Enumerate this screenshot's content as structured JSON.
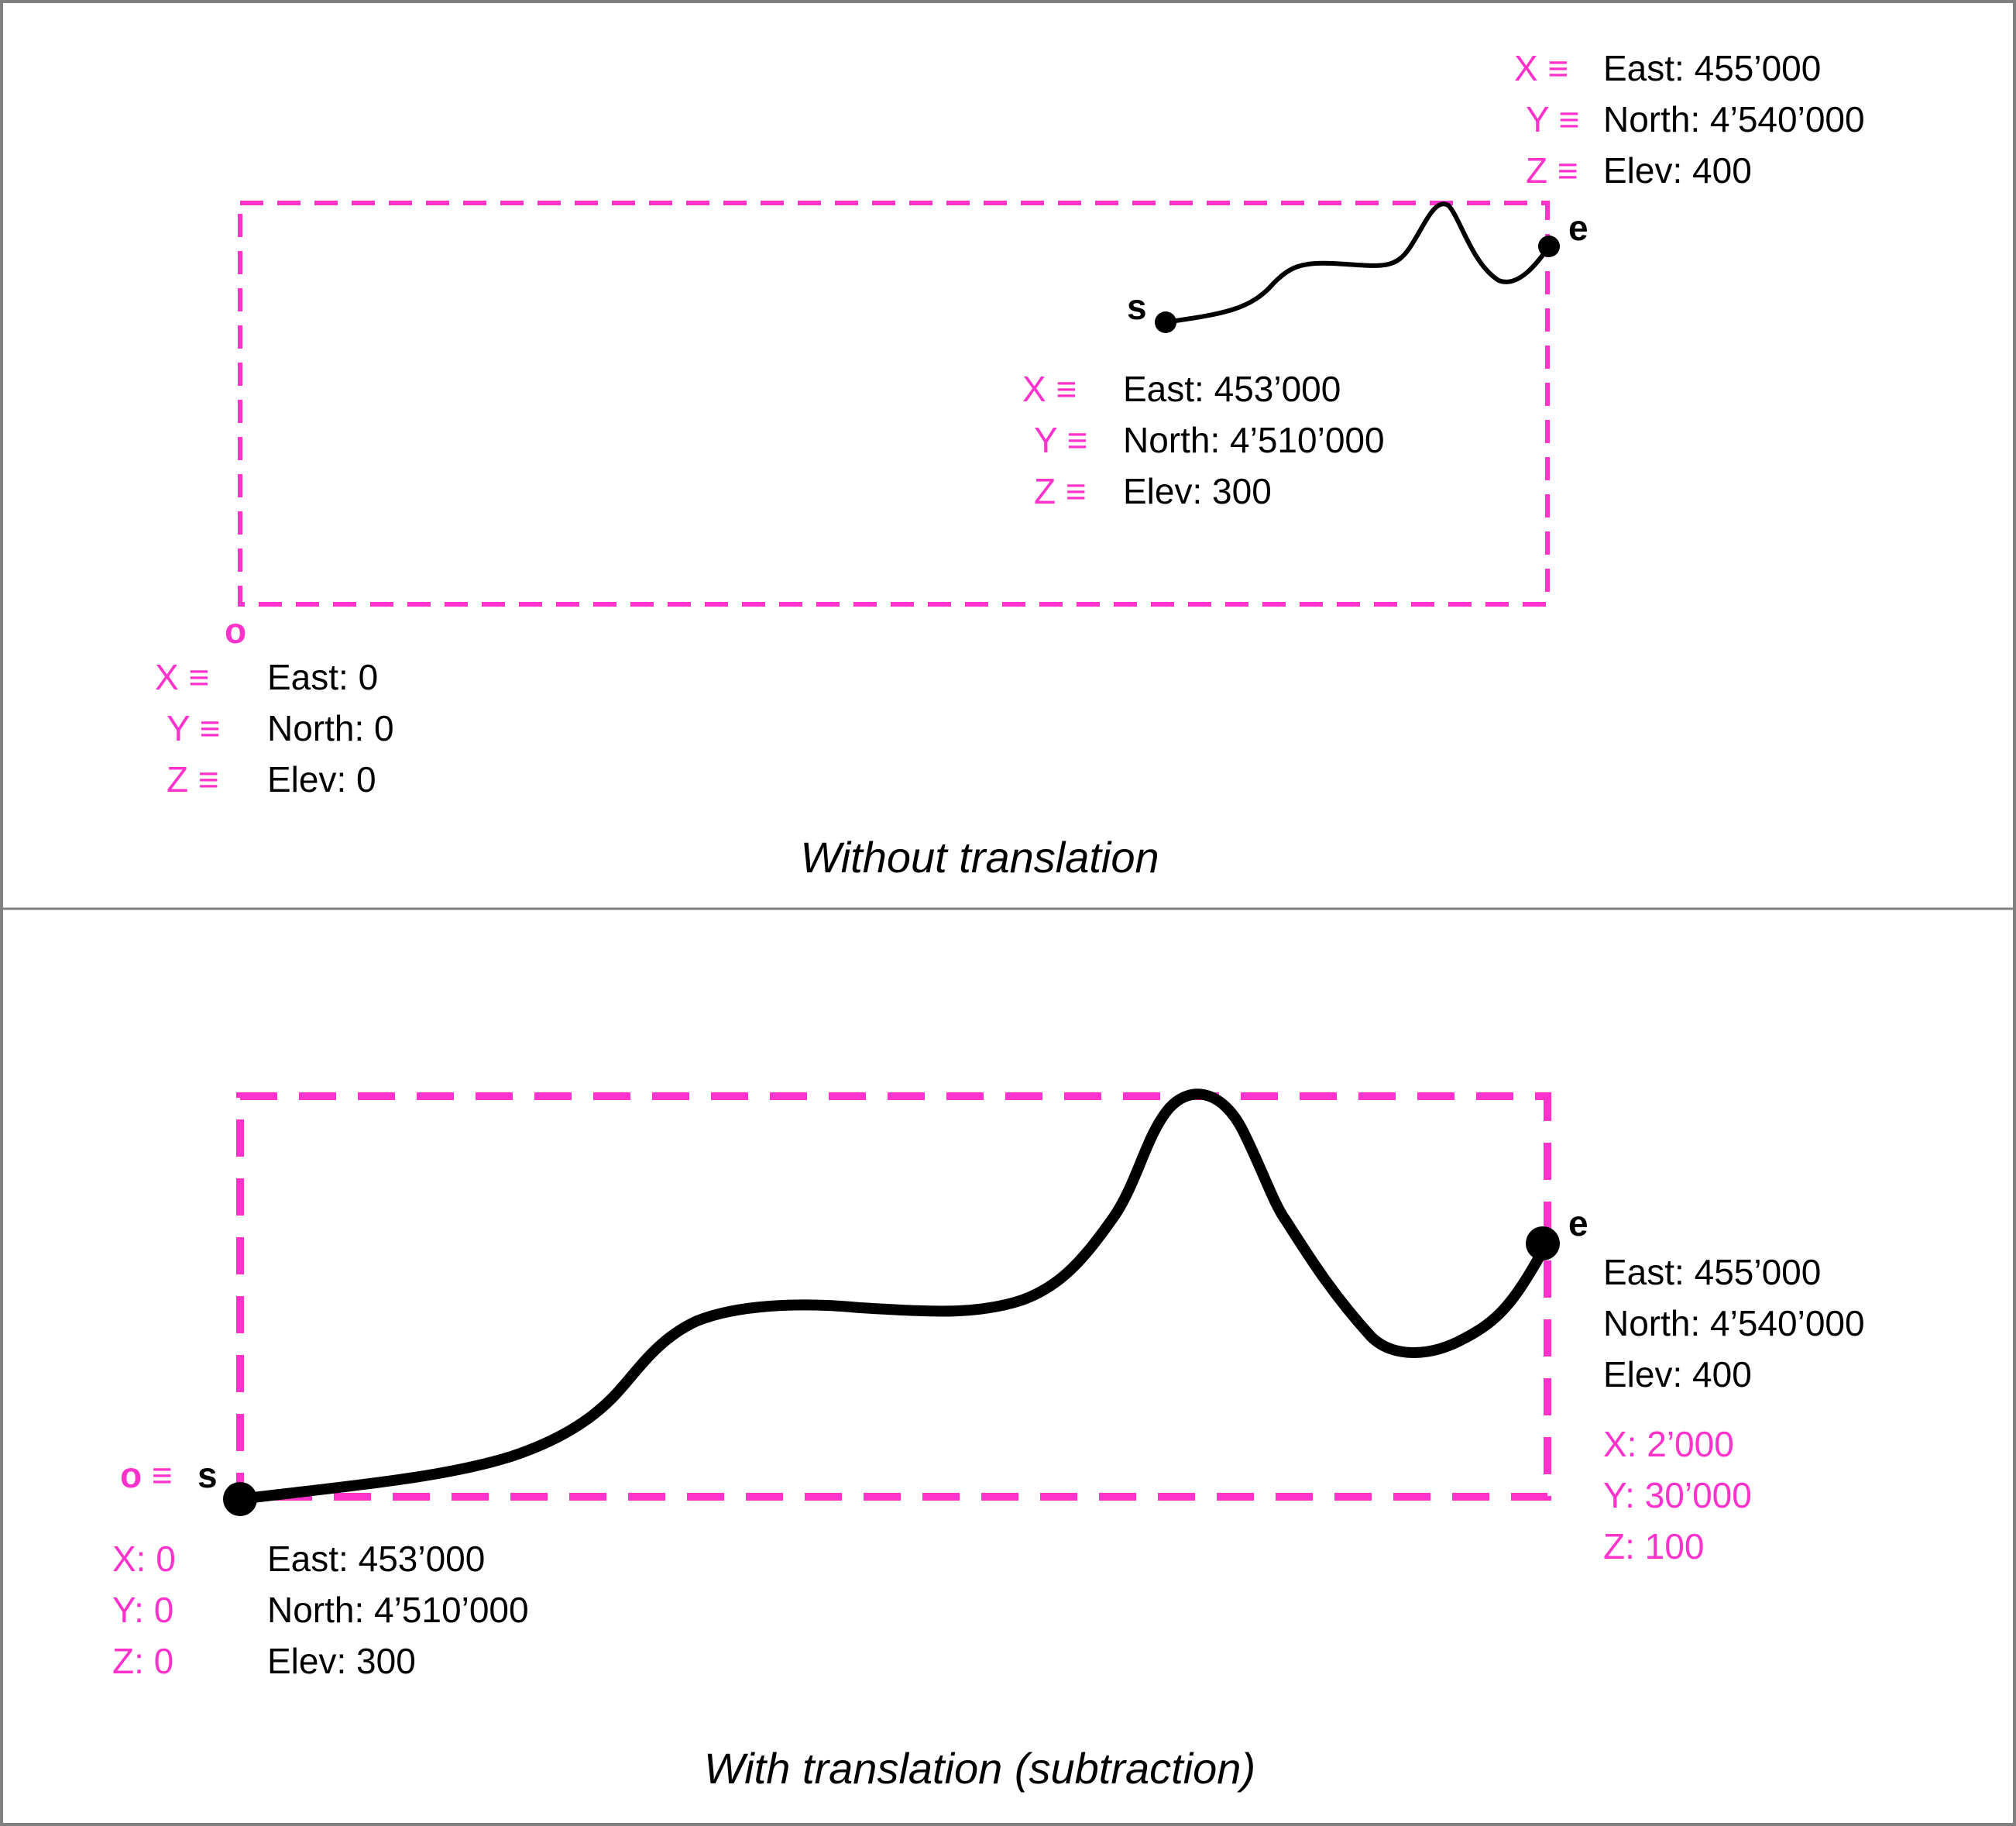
{
  "top_panel": {
    "caption": "Without translation",
    "origin_label": "o",
    "start_label": "s",
    "end_label": "e",
    "origin": {
      "x_label": "X ≡",
      "y_label": "Y ≡",
      "z_label": "Z ≡",
      "east": "East: 0",
      "north": "North: 0",
      "elev": "Elev: 0"
    },
    "start": {
      "x_label": "X ≡",
      "y_label": "Y ≡",
      "z_label": "Z ≡",
      "east": "East: 453’000",
      "north": "North: 4’510’000",
      "elev": "Elev: 300"
    },
    "end": {
      "x_label": "X ≡",
      "y_label": "Y ≡",
      "z_label": "Z ≡",
      "east": "East: 455’000",
      "north": "North: 4’540’000",
      "elev": "Elev: 400"
    }
  },
  "bottom_panel": {
    "caption": "With translation (subtraction)",
    "origin_label": "o ≡",
    "start_label": "s",
    "end_label": "e",
    "start": {
      "x": "X: 0",
      "y": "Y: 0",
      "z": "Z: 0",
      "east": "East: 453’000",
      "north": "North: 4’510’000",
      "elev": "Elev: 300"
    },
    "end": {
      "east": "East: 455’000",
      "north": "North: 4’540’000",
      "elev": "Elev: 400",
      "x": "X: 2’000",
      "y": "Y: 30’000",
      "z": "Z: 100"
    }
  },
  "colors": {
    "accent": "#ff33cc",
    "line": "#000000",
    "border": "#808080"
  }
}
